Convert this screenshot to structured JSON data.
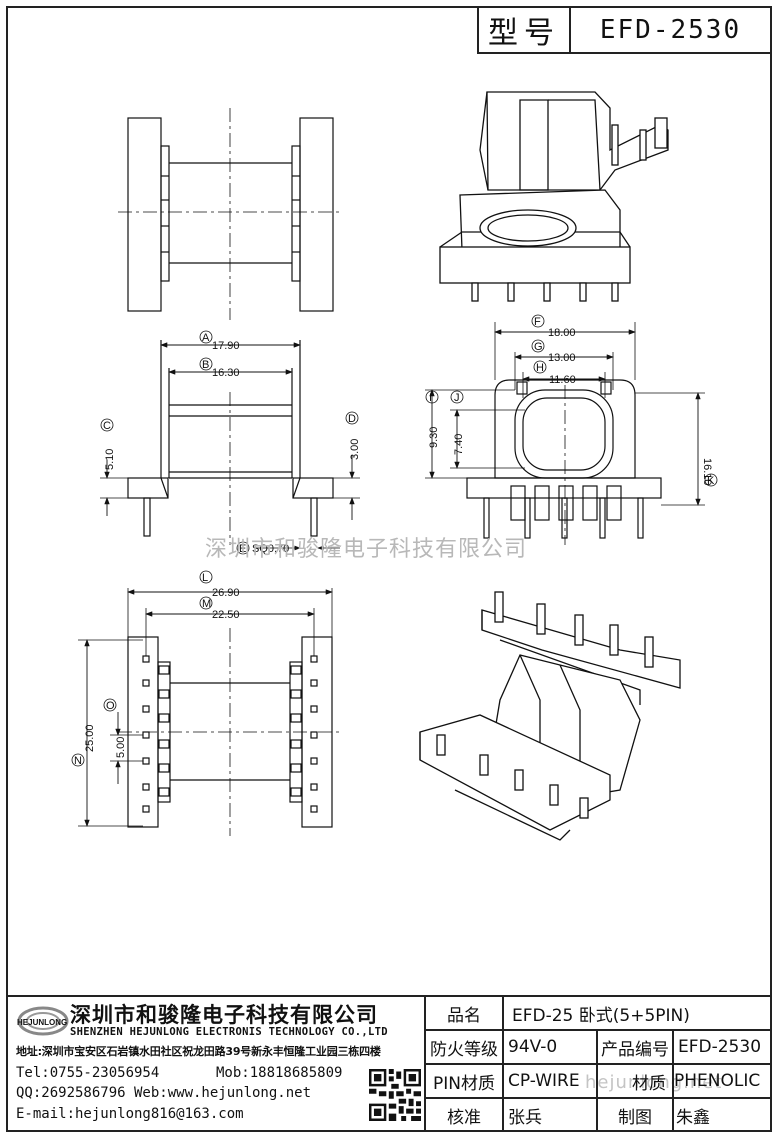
{
  "header": {
    "model_label": "型号",
    "model_value": "EFD-2530"
  },
  "dimensions": {
    "A": {
      "letter": "A",
      "value": "17.90"
    },
    "B": {
      "letter": "B",
      "value": "16.30"
    },
    "C": {
      "letter": "C",
      "value": "5.10"
    },
    "D": {
      "letter": "D",
      "value": "3.00"
    },
    "E": {
      "letter": "E",
      "value": "SQ0.70"
    },
    "F": {
      "letter": "F",
      "value": "18.00"
    },
    "G": {
      "letter": "G",
      "value": "13.00"
    },
    "H": {
      "letter": "H",
      "value": "11.60"
    },
    "I": {
      "letter": "I",
      "value": "9.30"
    },
    "J": {
      "letter": "J",
      "value": "7.40"
    },
    "K": {
      "letter": "K",
      "value": "16.10"
    },
    "L": {
      "letter": "L",
      "value": "26.90"
    },
    "M": {
      "letter": "M",
      "value": "22.50"
    },
    "N": {
      "letter": "N",
      "value": "25.00"
    },
    "O": {
      "letter": "O",
      "value": "5.00"
    }
  },
  "watermark": "深圳市和骏隆电子科技有限公司",
  "watermark_url": "hejunlong.net",
  "company": {
    "logo_text": "HEJUNLONG",
    "name_cn": "深圳市和骏隆电子科技有限公司",
    "name_en": "SHENZHEN HEJUNLONG ELECTRONIS TECHNOLOGY CO.,LTD",
    "address": "地址:深圳市宝安区石岩镇水田社区祝龙田路39号新永丰恒隆工业园三栋四楼",
    "tel": "Tel:0755-23056954",
    "mob": "Mob:18818685809",
    "qq_web": "QQ:2692586796 Web:www.hejunlong.net",
    "email": "E-mail:hejunlong816@163.com"
  },
  "title_block": {
    "product_name_label": "品名",
    "product_name_value": "EFD-25 卧式(5+5PIN)",
    "fire_label": "防火等级",
    "fire_value": "94V-0",
    "code_label": "产品编号",
    "code_value": "EFD-2530",
    "pin_label": "PIN材质",
    "pin_value": "CP-WIRE",
    "material_label": "材质",
    "material_value": "PHENOLIC",
    "check_label": "核准",
    "check_value": "张兵",
    "draw_label": "制图",
    "draw_value": "朱鑫"
  }
}
